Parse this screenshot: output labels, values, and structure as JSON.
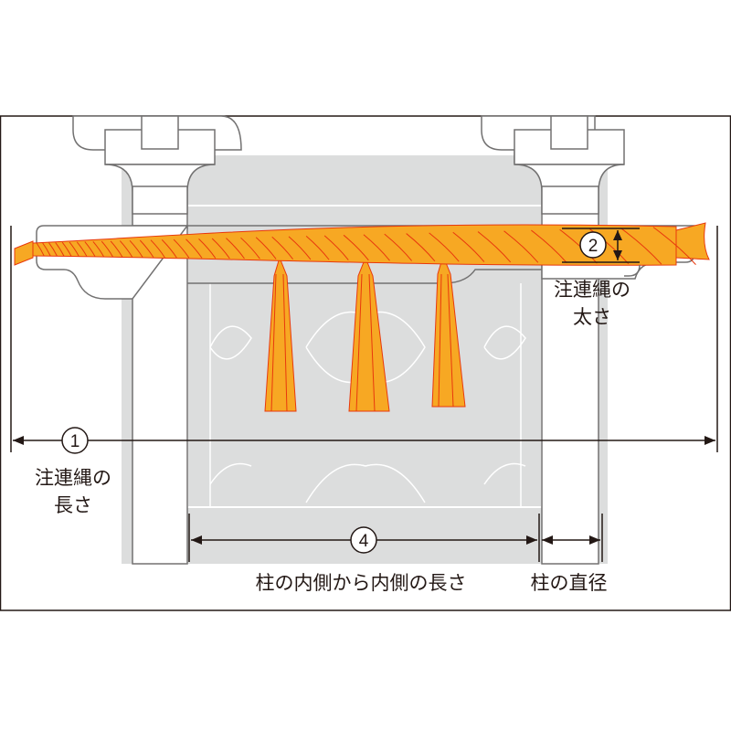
{
  "title": "注連縄 サイズの測り方",
  "colors": {
    "rope": "#f7a823",
    "rope_line": "#e8380d",
    "gray": "#dcdddd",
    "outline": "#727171",
    "ink": "#231815"
  },
  "markers": {
    "length": "1",
    "thickness": "2",
    "inner": "4"
  },
  "labels": {
    "rope_length": [
      "注連縄の",
      "長さ"
    ],
    "rope_thickness": [
      "注連縄の",
      "太さ"
    ],
    "inner_length": "柱の内側から内側の長さ",
    "pillar_diameter": "柱の直径"
  }
}
